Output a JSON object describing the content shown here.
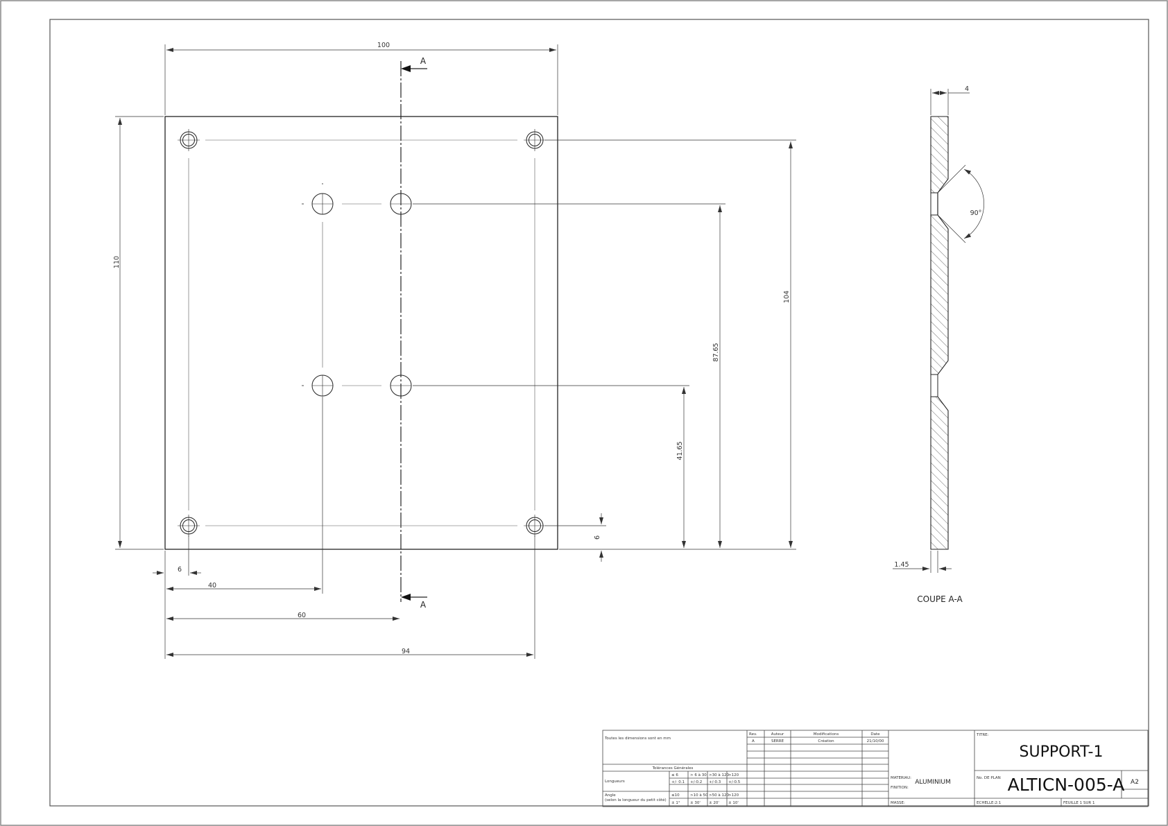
{
  "drawing": {
    "dims": {
      "overall_width": "100",
      "overall_height": "110",
      "hole_pitch_vertical": "104",
      "upper_hole_height": "87.65",
      "lower_hole_height": "41.65",
      "bottom_offset": "6",
      "left_offset": "6",
      "inner_hole_x": "40",
      "center_hole_x": "60",
      "hole_pitch_horizontal": "94"
    },
    "section_marker": "A",
    "section": {
      "thickness": "4",
      "angle": "90°",
      "counterbore": "1.45",
      "title": "COUPE A-A"
    }
  },
  "title_block": {
    "note": "Toutes les dimensions sont en mm",
    "tol_heading": "Tolérances Générales",
    "length_label": "Longueurs",
    "angle_label_1": "Angle",
    "angle_label_2": "(selon la longueur du petit côté)",
    "len_ranges": [
      "≤ 6",
      "> 6 à 30",
      ">30 à 120",
      ">120"
    ],
    "len_tols": [
      "+/- 0.1",
      "+/-0.2",
      "+/-0.3",
      "+/-0.5"
    ],
    "ang_ranges": [
      "≤10",
      ">10 à 50",
      ">50 à 120",
      ">120"
    ],
    "ang_tols": [
      "± 1°",
      "± 30'",
      "± 20'",
      "± 10'"
    ],
    "rev_header": "Rev.",
    "author_header": "Auteur",
    "mod_header": "Modifications",
    "date_header": "Date",
    "rev_value": "A",
    "author_value": "SERRE",
    "mod_value": "Création",
    "date_value": "21/10/00",
    "material_label": "MATERIAU:",
    "material_value": "ALUMINIUM",
    "finish_label": "FINITION:",
    "mass_label": "MASSE:",
    "title_label": "TITRE:",
    "title_value": "SUPPORT-1",
    "plan_label": "No. DE PLAN",
    "plan_value": "ALTICN-005-A",
    "sheet_size": "A2",
    "scale": "ECHELLE:2:1",
    "sheet_no": "FEUILLE 1 SUR 1"
  }
}
